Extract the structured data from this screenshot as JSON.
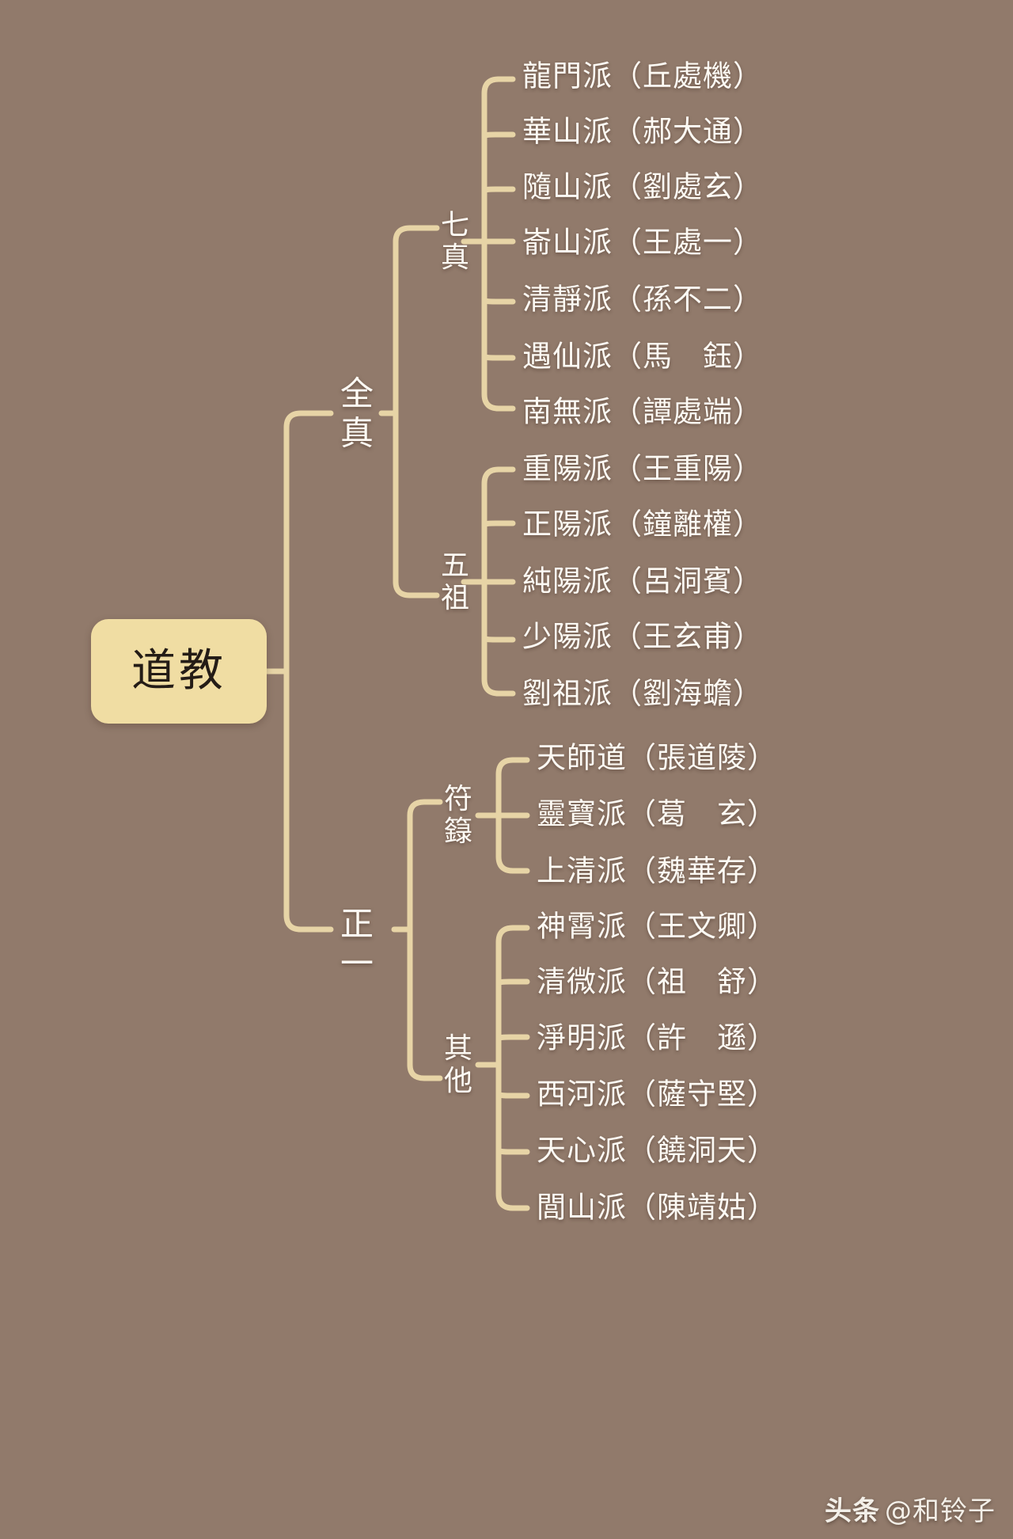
{
  "diagram": {
    "title": "道教",
    "type": "mind-map",
    "background_color": "#917a6b",
    "connector_color": "#e7d4a6",
    "node_fill_color": "#f0dda3",
    "text_color": "#fdfaf4",
    "root_text_color": "#241c16"
  },
  "root": {
    "label": "道教"
  },
  "branches": [
    {
      "label": "全真",
      "groups": [
        {
          "label": "七真",
          "items": [
            {
              "sect": "龍門派",
              "founder": "丘處機",
              "text": "龍門派（丘處機）"
            },
            {
              "sect": "華山派",
              "founder": "郝大通",
              "text": "華山派（郝大通）"
            },
            {
              "sect": "隨山派",
              "founder": "劉處玄",
              "text": "隨山派（劉處玄）"
            },
            {
              "sect": "嵛山派",
              "founder": "王處一",
              "text": "嵛山派（王處一）"
            },
            {
              "sect": "清靜派",
              "founder": "孫不二",
              "text": "清靜派（孫不二）"
            },
            {
              "sect": "遇仙派",
              "founder": "馬鈺",
              "text": "遇仙派（馬　鈺）"
            },
            {
              "sect": "南無派",
              "founder": "譚處端",
              "text": "南無派（譚處端）"
            }
          ]
        },
        {
          "label": "五祖",
          "items": [
            {
              "sect": "重陽派",
              "founder": "王重陽",
              "text": "重陽派（王重陽）"
            },
            {
              "sect": "正陽派",
              "founder": "鐘離權",
              "text": "正陽派（鐘離權）"
            },
            {
              "sect": "純陽派",
              "founder": "呂洞賓",
              "text": "純陽派（呂洞賓）"
            },
            {
              "sect": "少陽派",
              "founder": "王玄甫",
              "text": "少陽派（王玄甫）"
            },
            {
              "sect": "劉祖派",
              "founder": "劉海蟾",
              "text": "劉祖派（劉海蟾）"
            }
          ]
        }
      ]
    },
    {
      "label": "正一",
      "groups": [
        {
          "label": "符籙",
          "items": [
            {
              "sect": "天師道",
              "founder": "張道陵",
              "text": "天師道（張道陵）"
            },
            {
              "sect": "靈寶派",
              "founder": "葛玄",
              "text": "靈寶派（葛　玄）"
            },
            {
              "sect": "上清派",
              "founder": "魏華存",
              "text": "上清派（魏華存）"
            }
          ]
        },
        {
          "label": "其他",
          "items": [
            {
              "sect": "神霄派",
              "founder": "王文卿",
              "text": "神霄派（王文卿）"
            },
            {
              "sect": "清微派",
              "founder": "祖舒",
              "text": "清微派（祖　舒）"
            },
            {
              "sect": "淨明派",
              "founder": "許遜",
              "text": "淨明派（許　遜）"
            },
            {
              "sect": "西河派",
              "founder": "薩守堅",
              "text": "西河派（薩守堅）"
            },
            {
              "sect": "天心派",
              "founder": "饒洞天",
              "text": "天心派（饒洞天）"
            },
            {
              "sect": "閭山派",
              "founder": "陳靖姑",
              "text": "閭山派（陳靖姑）"
            }
          ]
        }
      ]
    }
  ],
  "watermark": {
    "badge": "头条",
    "handle": "@和铃子"
  }
}
